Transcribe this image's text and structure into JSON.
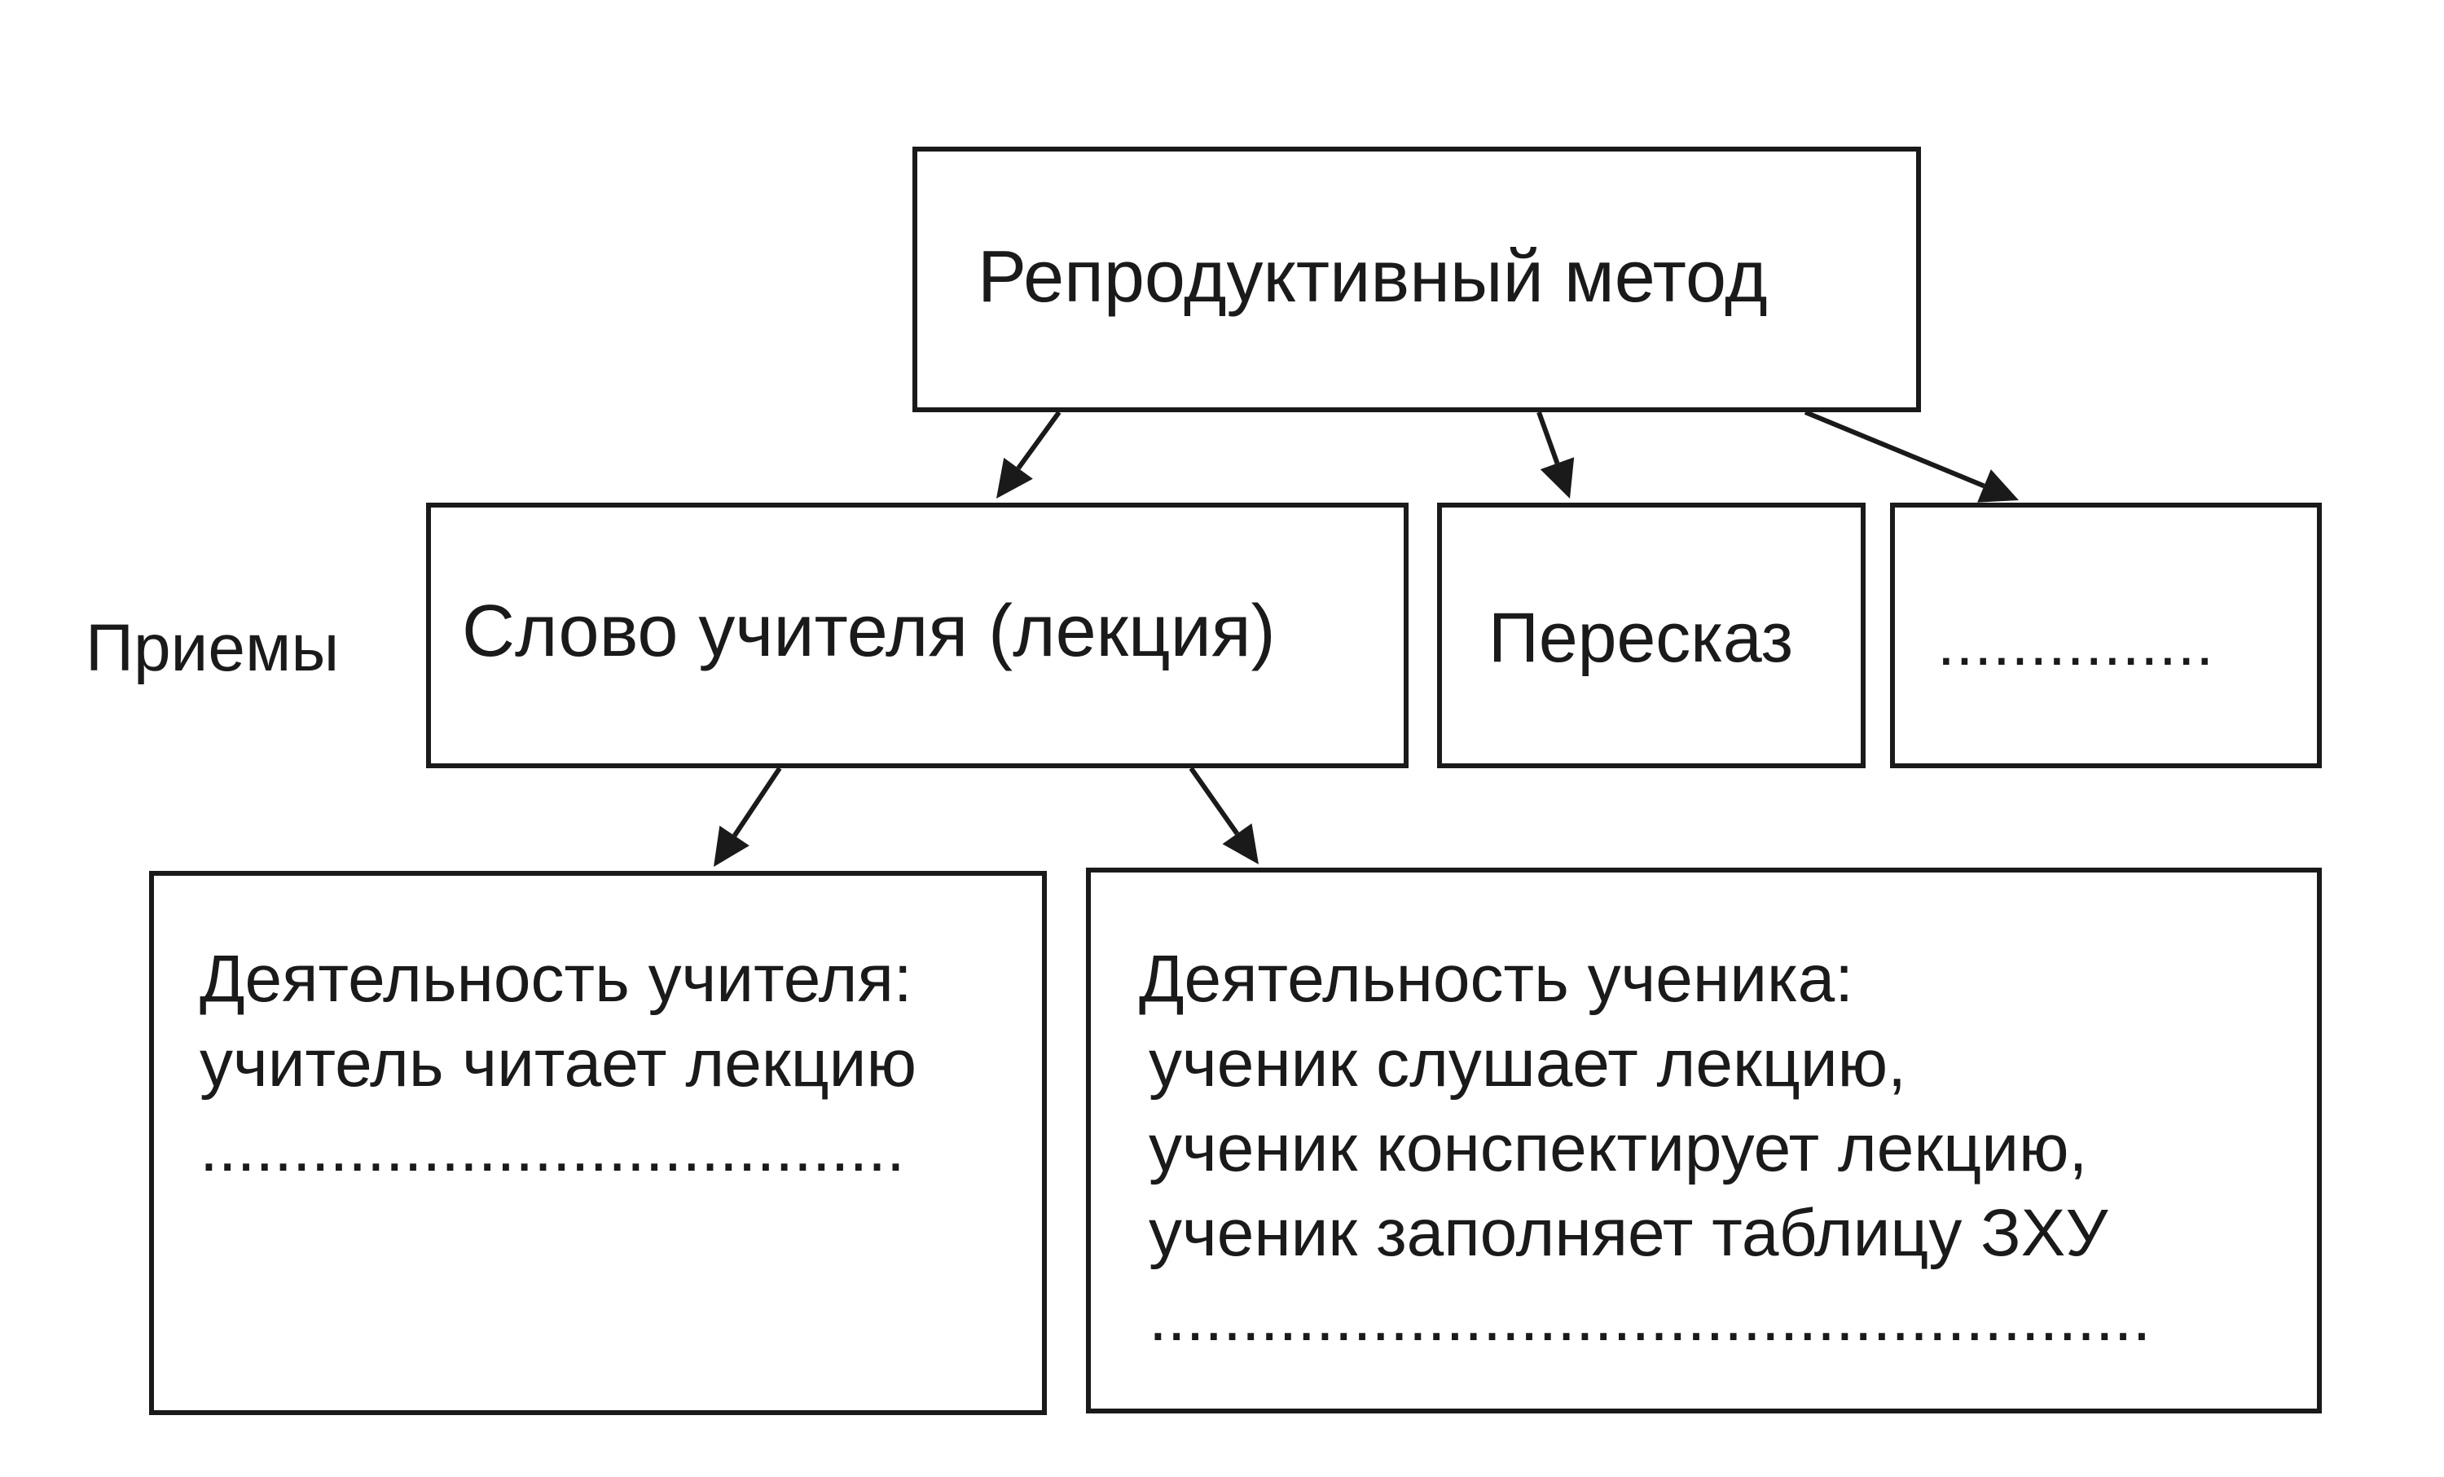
{
  "nodes": {
    "root": "Репродуктивный метод",
    "technique_1": "Слово учителя (лекция)",
    "technique_2": "Пересказ",
    "technique_3": "...............",
    "teacher_activity": {
      "lines": [
        "Деятельность учителя:",
        "учитель читает лекцию",
        "......................................"
      ]
    },
    "student_activity": {
      "lines": [
        "Деятельность ученика:",
        "ученик слушает лекцию,",
        "ученик конспектирует лекцию,",
        "ученик заполняет таблицу ЗХУ",
        "......................................................"
      ]
    }
  },
  "labels": {
    "techniques_row": "Приемы"
  },
  "edges": [
    {
      "from": "root",
      "to": "technique_1"
    },
    {
      "from": "root",
      "to": "technique_2"
    },
    {
      "from": "root",
      "to": "technique_3"
    },
    {
      "from": "technique_1",
      "to": "teacher_activity"
    },
    {
      "from": "technique_1",
      "to": "student_activity"
    }
  ],
  "colors": {
    "stroke": "#1a1a1a",
    "background": "#ffffff"
  }
}
